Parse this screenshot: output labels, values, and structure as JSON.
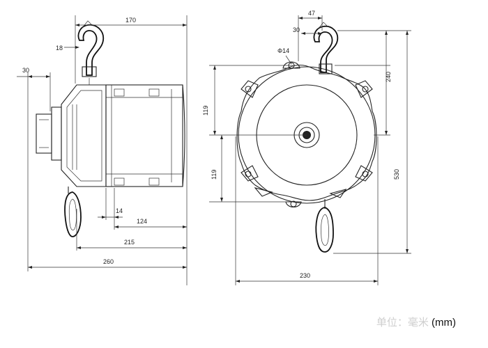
{
  "side_view": {
    "dims": {
      "top_width": "170",
      "hook_dia": "18",
      "left_offset": "30",
      "bottom_small": "14",
      "depth_124": "124",
      "depth_215": "215",
      "depth_260": "260"
    }
  },
  "front_view": {
    "dims": {
      "top_47": "47",
      "top_30": "30",
      "hole": "Φ14",
      "upper_119": "119",
      "lower_119": "119",
      "right_240": "240",
      "right_530": "530",
      "width_230": "230"
    }
  },
  "unit_note": {
    "chinese": "单位：毫米",
    "english": "(mm)"
  }
}
